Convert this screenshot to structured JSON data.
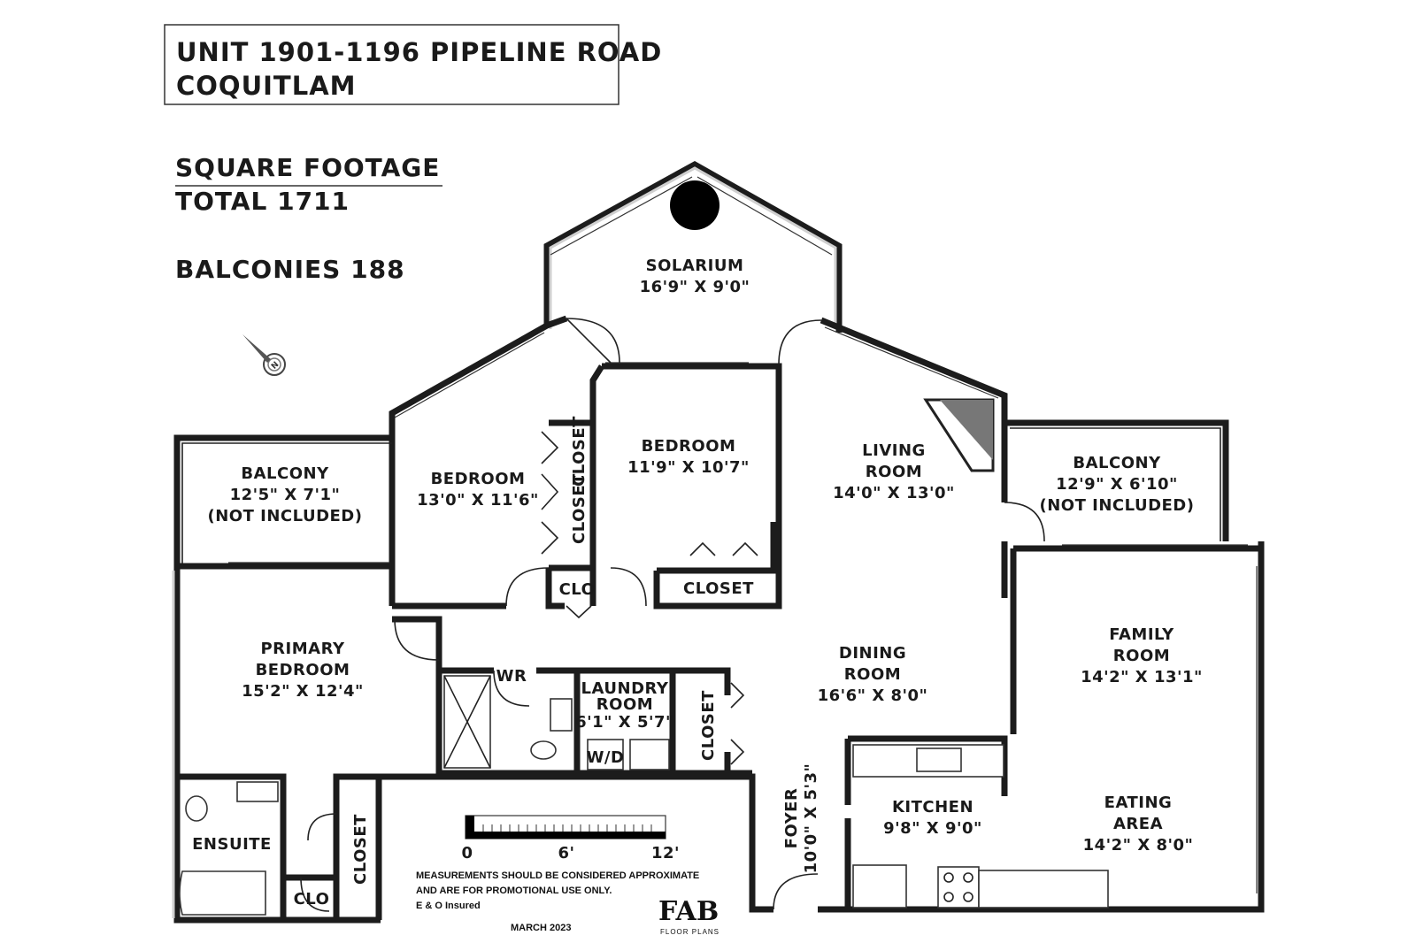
{
  "title": {
    "line1": "UNIT 1901-1196 PIPELINE ROAD",
    "line2": "COQUITLAM"
  },
  "area": {
    "heading": "SQUARE FOOTAGE",
    "total": "TOTAL 1711",
    "balconies": "BALCONIES 188"
  },
  "compass_icon": "north-arrow-icon",
  "rooms": {
    "solarium": {
      "name": "SOLARIUM",
      "dims": "16'9\" X 9'0\""
    },
    "bedroom_right": {
      "name": "BEDROOM",
      "dims": "11'9\" X 10'7\""
    },
    "bedroom_left": {
      "name": "BEDROOM",
      "dims": "13'0\" X 11'6\""
    },
    "living": {
      "name1": "LIVING",
      "name2": "ROOM",
      "dims": "14'0\" X 13'0\""
    },
    "balcony_left": {
      "name": "BALCONY",
      "dims": "12'5\" X 7'1\"",
      "note": "(NOT INCLUDED)"
    },
    "balcony_right": {
      "name": "BALCONY",
      "dims": "12'9\" X 6'10\"",
      "note": "(NOT INCLUDED)"
    },
    "primary": {
      "name1": "PRIMARY",
      "name2": "BEDROOM",
      "dims": "15'2\" X 12'4\""
    },
    "dining": {
      "name1": "DINING",
      "name2": "ROOM",
      "dims": "16'6\" X 8'0\""
    },
    "family": {
      "name1": "FAMILY",
      "name2": "ROOM",
      "dims": "14'2\" X 13'1\""
    },
    "laundry": {
      "name1": "LAUNDRY",
      "name2": "ROOM",
      "dims": "6'1\" X 5'7\"",
      "wd": "W/D"
    },
    "kitchen": {
      "name": "KITCHEN",
      "dims": "9'8\" X 9'0\""
    },
    "eating": {
      "name1": "EATING",
      "name2": "AREA",
      "dims": "14'2\" X 8'0\""
    },
    "foyer": {
      "name": "FOYER",
      "dims": "10'0\" X 5'3\""
    },
    "ensuite": {
      "name": "ENSUITE"
    },
    "wr": {
      "name": "WR"
    }
  },
  "closets": {
    "closet_vert_a": "CLOSET",
    "closet_vert_b": "CLOSET",
    "clo_top": "CLO",
    "closet_bed_right": "CLOSET",
    "closet_laundry": "CLOSET",
    "closet_ensuite": "CLOSET",
    "clo_ensuite": "CLO"
  },
  "scale": {
    "labels": [
      "0",
      "6'",
      "12'"
    ]
  },
  "disclaimer": {
    "line1": "MEASUREMENTS SHOULD BE CONSIDERED APPROXIMATE",
    "line2": "AND ARE FOR PROMOTIONAL USE ONLY.",
    "line3": "E & O Insured",
    "date": "MARCH 2023"
  },
  "logo": {
    "mark": "FAB",
    "sub": "FLOOR PLANS",
    "icon": "fab-logo-icon"
  }
}
